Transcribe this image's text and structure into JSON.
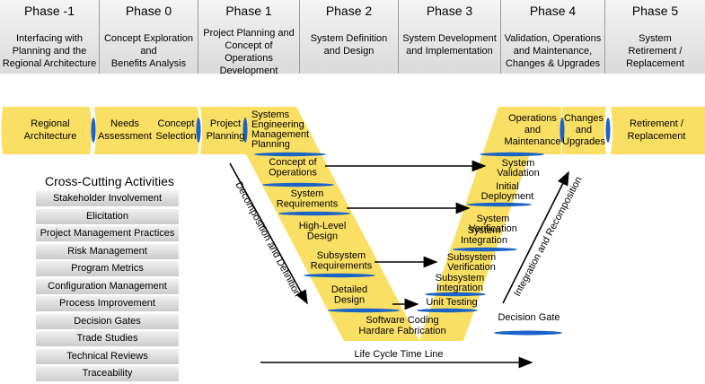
{
  "phases": [
    {
      "title": "Phase -1",
      "desc": [
        "Interfacing with",
        "Planning and the",
        "Regional Architecture"
      ]
    },
    {
      "title": "Phase 0",
      "desc": [
        "Concept Exploration",
        "and",
        "Benefits Analysis"
      ]
    },
    {
      "title": "Phase 1",
      "desc": [
        "Project Planning and",
        "Concept of Operations",
        "Development"
      ]
    },
    {
      "title": "Phase 2",
      "desc": [
        "System Definition",
        "and Design"
      ]
    },
    {
      "title": "Phase 3",
      "desc": [
        "System Development",
        "and Implementation"
      ]
    },
    {
      "title": "Phase 4",
      "desc": [
        "Validation, Operations",
        "and Maintenance,",
        "Changes & Upgrades"
      ]
    },
    {
      "title": "Phase 5",
      "desc": [
        "System",
        "Retirement /",
        "Replacement"
      ]
    }
  ],
  "band": {
    "regional": [
      "Regional",
      "Architecture"
    ],
    "needs": [
      "Needs",
      "Assessment"
    ],
    "concept": [
      "Concept",
      "Selection"
    ],
    "planning": [
      "Project",
      "Planning"
    ],
    "sem": [
      "Systems",
      "Engineering",
      "Management",
      "Planning"
    ],
    "ops": [
      "Operations",
      "and",
      "Maintenance"
    ],
    "changes": [
      "Changes",
      "and",
      "Upgrades"
    ],
    "retirement": [
      "Retirement /",
      "Replacement"
    ]
  },
  "left_v": [
    [
      "Concept of",
      "Operations"
    ],
    [
      "System",
      "Requirements"
    ],
    [
      "High-Level",
      "Design"
    ],
    [
      "Subsystem",
      "Requirements"
    ],
    [
      "Detailed",
      "Design"
    ]
  ],
  "bottom_v": [
    "Software Coding",
    "Hardare Fabrication"
  ],
  "right_v": [
    [
      "System",
      "Validation"
    ],
    [
      "Initial",
      "Deployment"
    ],
    [
      "System",
      "Verification"
    ],
    [
      "System",
      "Integration"
    ],
    [
      "Subsystem",
      "Verification"
    ],
    [
      "Subsystem",
      "Integration"
    ],
    [
      "Unit Testing"
    ]
  ],
  "labels": {
    "decomposition": "Decomposition and Definition",
    "integration": "Integration and Recomposition",
    "timeline": "Life Cycle Time Line",
    "decision_gate": "Decision Gate"
  },
  "cross_cutting": {
    "title": "Cross-Cutting Activities",
    "items": [
      "Stakeholder Involvement",
      "Elicitation",
      "Project Management Practices",
      "Risk Management",
      "Program Metrics",
      "Configuration Management",
      "Process Improvement",
      "Decision Gates",
      "Trade Studies",
      "Technical Reviews",
      "Traceability"
    ]
  },
  "colors": {
    "band": "#f9df63",
    "gate": "#1b63c6",
    "phase_bg": "#e6e6e6"
  }
}
